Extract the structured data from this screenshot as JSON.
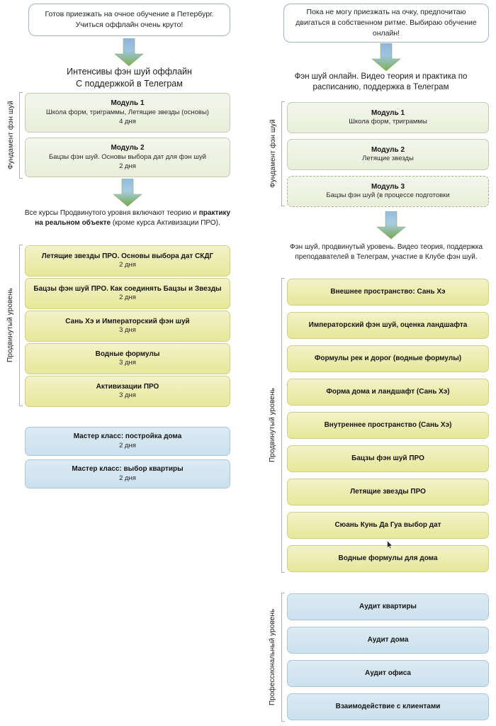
{
  "meta": {
    "title": "Схема обучения фэн шуй: оффлайн и онлайн"
  },
  "colors": {
    "green_card_top": "#f3f6ec",
    "green_card_bottom": "#e9eed9",
    "green_card_border": "#c3cdb0",
    "yellow_card_top": "#f2f2c8",
    "yellow_card_bottom": "#e7e79a",
    "yellow_card_border": "#cfcf86",
    "blue_card_top": "#dceaf3",
    "blue_card_bottom": "#cbe1ee",
    "blue_card_border": "#a9c7d9",
    "bubble_border": "#9fb6cd",
    "arrow_top": "#7aa7d8",
    "arrow_bottom": "#7fb04a",
    "bracket_line": "#aab2b8",
    "page_background": "#ffffff"
  },
  "left": {
    "bubble": "Готов приезжать на очное обучение в Петербург. Учиться оффлайн очень круто!",
    "caption_main_line1": "Интенсивы фэн шуй оффлайн",
    "caption_main_line2": "С поддержкой в Телеграм",
    "group_foundation_label": "Фундамент фэн шуй",
    "group_advanced_label": "Продвинутый уровень",
    "note_part1": "Все курсы Продвинутого уровня включают теорию и ",
    "note_bold": "практику на реальном объекте",
    "note_part2": " (кроме курса Активизации ПРО).",
    "foundation": [
      {
        "title": "Модуль 1",
        "subtitle": "Школа форм, триграммы, Летящие звезды (основы)",
        "days": "4 дня"
      },
      {
        "title": "Модуль 2",
        "subtitle": "Бацзы фэн шуй. Основы выбора дат для фэн шуй",
        "days": "2 дня"
      }
    ],
    "advanced": [
      {
        "title": "Летящие звезды ПРО. Основы выбора дат СКДГ",
        "days": "2 дня"
      },
      {
        "title": "Бацзы фэн шуй ПРО. Как соединять Бацзы и Звезды",
        "days": "2 дня"
      },
      {
        "title": "Сань Хэ и Императорский фэн шуй",
        "days": "3 дня"
      },
      {
        "title": "Водные формулы",
        "days": "3 дня"
      },
      {
        "title": "Активизации ПРО",
        "days": "3 дня"
      }
    ],
    "masterclasses": [
      {
        "title": "Мастер класс: постройка дома",
        "days": "2 дня"
      },
      {
        "title": "Мастер класс: выбор квартиры",
        "days": "2 дня"
      }
    ]
  },
  "right": {
    "bubble": "Пока не могу приезжать на очку, предпочитаю двигаться в собственном ритме. Выбираю обучение онлайн!",
    "caption_main": "Фэн шуй онлайн. Видео теория и практика по расписанию, поддержка в Телеграм",
    "group_foundation_label": "Фундамент фэн шуй",
    "group_advanced_label": "Продвинутый уровень",
    "group_professional_label": "Профессиональный уровень",
    "note_advanced": "Фэн шуй, продвинутый уровень. Видео теория, поддержка преподавателей в Телеграм, участие в Клубе фэн шуй.",
    "foundation": [
      {
        "title": "Модуль 1",
        "subtitle": "Школа форм, триграммы",
        "dashed": false
      },
      {
        "title": "Модуль 2",
        "subtitle": "Летящие звезды",
        "dashed": false
      },
      {
        "title": "Модуль 3",
        "subtitle": "Бацзы фэн шуй (в процессе подготовки",
        "dashed": true
      }
    ],
    "advanced": [
      {
        "title": "Внешнее пространство:  Сань Хэ"
      },
      {
        "title": "Императорский фэн шуй, оценка ландшафта"
      },
      {
        "title": "Формулы рек и дорог (водные формулы)"
      },
      {
        "title": "Форма дома и ландшафт (Сань Хэ)"
      },
      {
        "title": "Внутреннее пространство (Сань Хэ)"
      },
      {
        "title": "Бацзы фэн шуй ПРО"
      },
      {
        "title": "Летящие звезды ПРО"
      },
      {
        "title": "Сюань Кунь Да Гуа выбор дат"
      },
      {
        "title": "Водные формулы для дома"
      }
    ],
    "professional": [
      {
        "title": "Аудит квартиры"
      },
      {
        "title": "Аудит дома"
      },
      {
        "title": "Аудит офиса"
      },
      {
        "title": "Взаимодействие с клиентами"
      }
    ]
  }
}
